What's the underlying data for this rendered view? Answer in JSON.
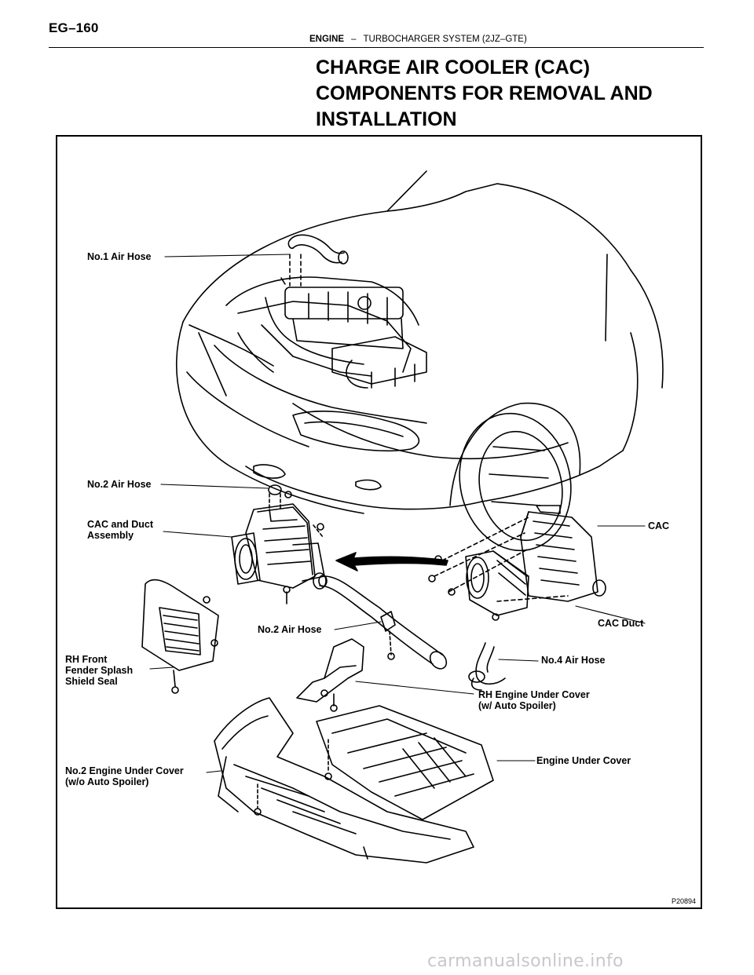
{
  "header": {
    "page_number": "EG–160",
    "section": "ENGINE",
    "separator": "–",
    "subsection": "TURBOCHARGER SYSTEM (2JZ–GTE)"
  },
  "title": {
    "line1": "CHARGE AIR COOLER (CAC)",
    "line2": "COMPONENTS FOR REMOVAL AND",
    "line3": "INSTALLATION"
  },
  "figure": {
    "figure_id": "P20894",
    "callouts": {
      "no1_air_hose": "No.1 Air Hose",
      "no2_air_hose_top": "No.2 Air Hose",
      "cac_duct_assembly_1": "CAC and Duct",
      "cac_duct_assembly_2": "Assembly",
      "cac": "CAC",
      "cac_duct": "CAC Duct",
      "no2_air_hose_lower": "No.2 Air Hose",
      "no4_air_hose": "No.4 Air Hose",
      "rh_splash_1": "RH Front",
      "rh_splash_2": "Fender Splash",
      "rh_splash_3": "Shield Seal",
      "rh_under_cover_1": "RH Engine Under Cover",
      "rh_under_cover_2": "(w/ Auto Spoiler)",
      "engine_under_cover": "Engine Under Cover",
      "no2_under_cover_1": "No.2 Engine Under Cover",
      "no2_under_cover_2": "(w/o Auto Spoiler)"
    }
  },
  "watermark": "carmanualsonline.info"
}
